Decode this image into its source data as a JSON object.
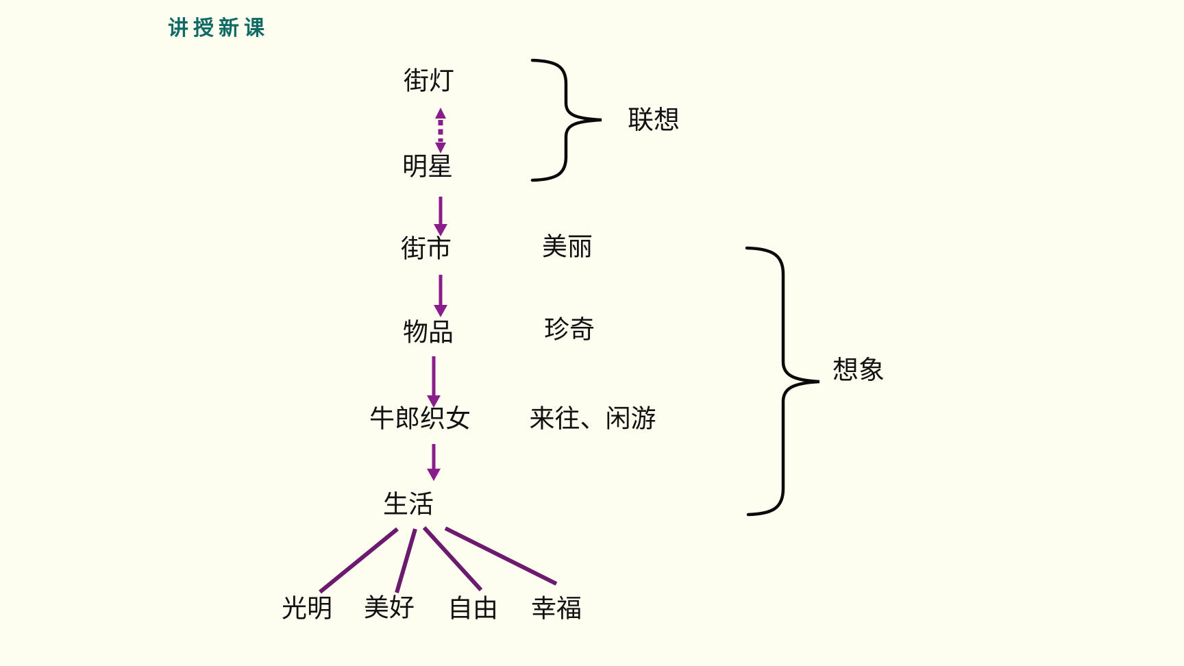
{
  "page": {
    "background": "#FDFDF0"
  },
  "header": {
    "title": "讲授新课",
    "title_color": "#0F6A66"
  },
  "diagram": {
    "colors": {
      "arrow": "#8A1D8C",
      "branch_line": "#6B1A6E",
      "brace": "#0A0A0A",
      "text": "#121212"
    },
    "chain": [
      {
        "label": "街灯"
      },
      {
        "label": "明星"
      },
      {
        "label": "街市",
        "attribute": "美丽"
      },
      {
        "label": "物品",
        "attribute": "珍奇"
      },
      {
        "label": "牛郎织女",
        "attribute": "来往、闲游"
      },
      {
        "label": "生活"
      }
    ],
    "braces": [
      {
        "label": "联想"
      },
      {
        "label": "想象"
      }
    ],
    "leaves": [
      {
        "label": "光明"
      },
      {
        "label": "美好"
      },
      {
        "label": "自由"
      },
      {
        "label": "幸福"
      }
    ]
  }
}
